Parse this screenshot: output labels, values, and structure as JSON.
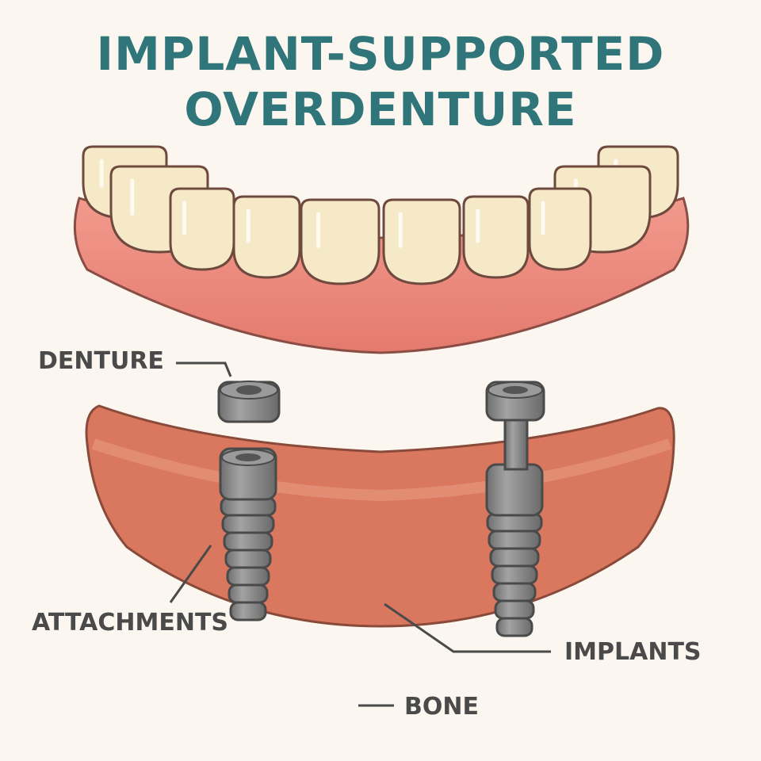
{
  "title": {
    "line1": "IMPLANT-SUPPORTED",
    "line2": "OVERDENTURE"
  },
  "labels": {
    "denture": "DENTURE",
    "attachments": "ATTACHMENTS",
    "implants": "IMPLANTS",
    "bone": "BONE"
  },
  "colors": {
    "title": "#2f7579",
    "label": "#4a4a4a",
    "gum": "#ec8a7e",
    "bone": "#d9785f",
    "tooth": "#f5e9c8",
    "metal": "#8a8a8a",
    "background": "#fbf7f0"
  }
}
